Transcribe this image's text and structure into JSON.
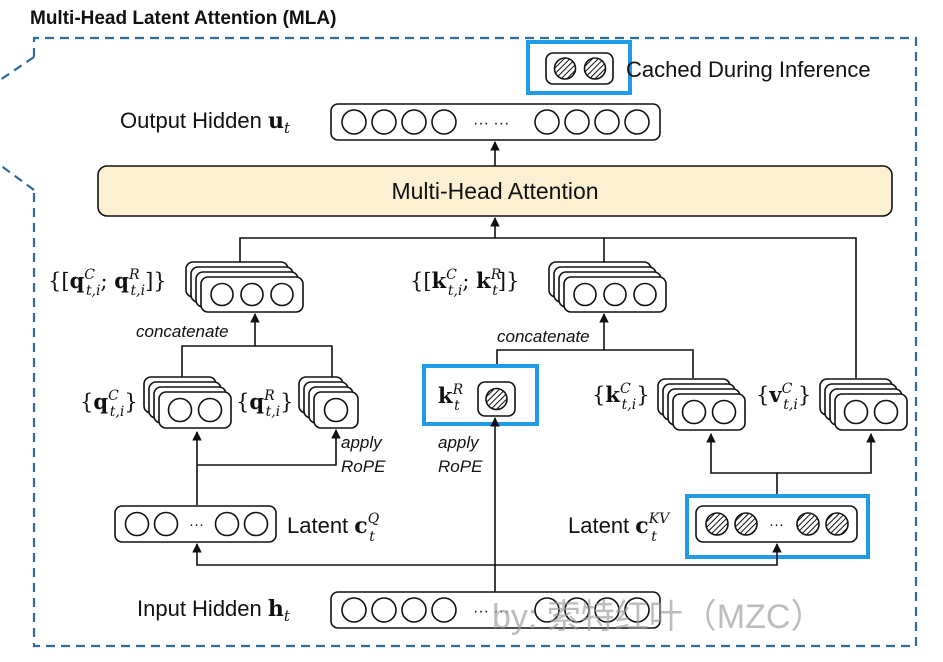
{
  "title": "Multi-Head Latent Attention (MLA)",
  "legend_label": "Cached During Inference",
  "output_label": "Output Hidden",
  "output_symbol": "u",
  "output_sub": "t",
  "attention_label": "Multi-Head Attention",
  "q_concat": {
    "open": "{[",
    "main1": "q",
    "sup1": "C",
    "sub1": "t,i",
    "sep": ";",
    "main2": "q",
    "sup2": "R",
    "sub2": "t,i",
    "close": "]}"
  },
  "k_concat": {
    "open": "{[",
    "main1": "k",
    "sup1": "C",
    "sub1": "t,i",
    "sep": ";",
    "main2": "k",
    "sup2": "R",
    "sub2": "t",
    "close": "]}"
  },
  "concat_label": "concatenate",
  "qc": {
    "open": "{",
    "main": "q",
    "sup": "C",
    "sub": "t,i",
    "close": "}"
  },
  "qr": {
    "open": "{",
    "main": "q",
    "sup": "R",
    "sub": "t,i",
    "close": "}"
  },
  "kr": {
    "main": "k",
    "sup": "R",
    "sub": "t"
  },
  "kc": {
    "open": "{",
    "main": "k",
    "sup": "C",
    "sub": "t,i",
    "close": "}"
  },
  "vc": {
    "open": "{",
    "main": "v",
    "sup": "C",
    "sub": "t,i",
    "close": "}"
  },
  "apply_label": "apply",
  "rope_label": "RoPE",
  "latent_label": "Latent",
  "latent_q": {
    "main": "c",
    "sup": "Q",
    "sub": "t"
  },
  "latent_kv": {
    "main": "c",
    "sup": "KV",
    "sub": "t"
  },
  "input_label": "Input Hidden",
  "input_symbol": "h",
  "input_sub": "t",
  "ellipsis": "···",
  "watermark": "by: 索特红叶（MZC）",
  "colors": {
    "dashed_border": "#2e6a9a",
    "highlight": "#1f9bea",
    "attention_fill": "#fcefd2",
    "line": "#111111"
  }
}
